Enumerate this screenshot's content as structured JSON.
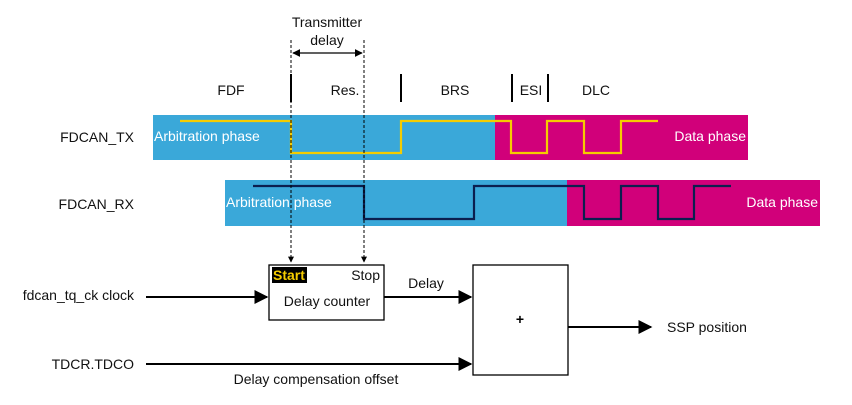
{
  "title": "FDCAN transmitter delay compensation",
  "colors": {
    "arbitration": "#3aa8d9",
    "data": "#d1007a",
    "tx_signal": "#f5cc00",
    "rx_signal": "#0b1f4f",
    "line": "#000000",
    "start_highlight_bg": "#000000",
    "start_highlight_fg": "#f5cc00"
  },
  "transmitter_delay": {
    "line1": "Transmitter",
    "line2": "delay"
  },
  "fields": [
    "FDF",
    "Res.",
    "BRS",
    "ESI",
    "DLC"
  ],
  "signals": {
    "tx": {
      "label": "FDCAN_TX",
      "arbitration_label": "Arbitration phase",
      "data_label": "Data phase"
    },
    "rx": {
      "label": "FDCAN_RX",
      "arbitration_label": "Arbitration phase",
      "data_label": "Data phase"
    }
  },
  "inputs": {
    "clock": "fdcan_tq_ck clock",
    "offset_register": "TDCR.TDCO",
    "offset_caption": "Delay compensation offset"
  },
  "delay_counter": {
    "start": "Start",
    "stop": "Stop",
    "name": "Delay counter",
    "output_label": "Delay"
  },
  "adder": {
    "symbol": "+"
  },
  "output": {
    "label": "SSP position"
  }
}
